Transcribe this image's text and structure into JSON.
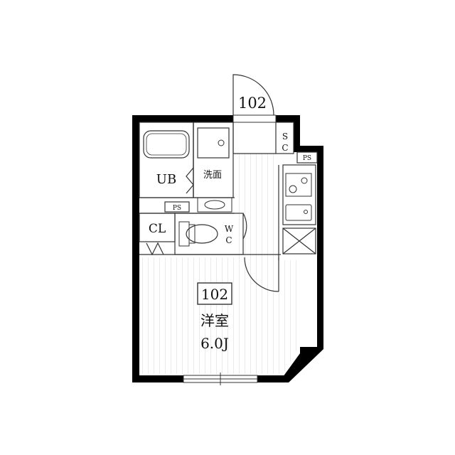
{
  "unit_label_top": "102",
  "rooms": {
    "ub": "UB",
    "washroom": "洗面",
    "sc": "S\nC",
    "ps_upper": "PS",
    "ps_lower": "PS",
    "cl": "CL",
    "wc": "W\nC",
    "main_unit": "102",
    "main_name": "洋室",
    "main_size": "6.0J"
  },
  "colors": {
    "wall": "#000000",
    "line": "#333333",
    "floor_stripe": "#d9d9d9",
    "background": "#ffffff"
  }
}
